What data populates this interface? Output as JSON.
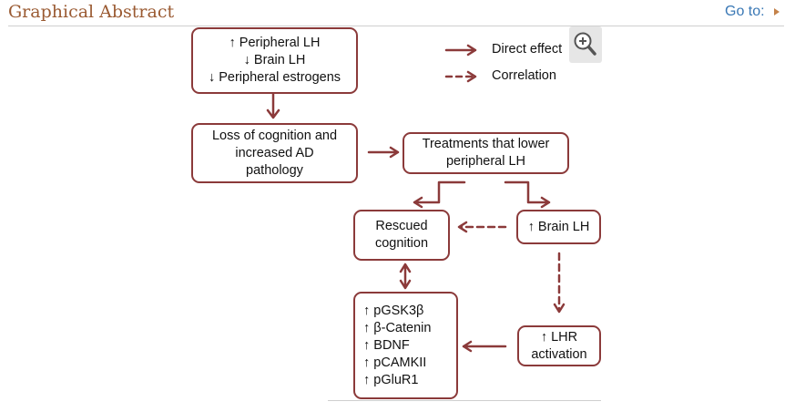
{
  "header": {
    "title": "Graphical Abstract",
    "goto_label": "Go to:"
  },
  "legend": {
    "direct": "Direct effect",
    "correlation": "Correlation"
  },
  "boxes": {
    "hormones": [
      "↑ Peripheral LH",
      "↓ Brain LH",
      "↓ Peripheral estrogens"
    ],
    "loss": [
      "Loss of cognition and",
      "increased AD",
      "pathology"
    ],
    "treatments": [
      "Treatments that lower",
      "peripheral LH"
    ],
    "rescued": [
      "Rescued",
      "cognition"
    ],
    "brain_lh": [
      "↑ Brain LH"
    ],
    "markers": [
      "↑ pGSK3β",
      "↑ β-Catenin",
      "↑ BDNF",
      "↑ pCAMKII",
      "↑ pGluR1"
    ],
    "lhr": [
      "↑ LHR",
      "activation"
    ]
  },
  "colors": {
    "arrow": "#8b3a3a",
    "title": "#9a5a32",
    "link": "#3a78b5"
  },
  "icons": {
    "zoom": "zoom-in-icon",
    "goto": "triangle-right-icon"
  }
}
